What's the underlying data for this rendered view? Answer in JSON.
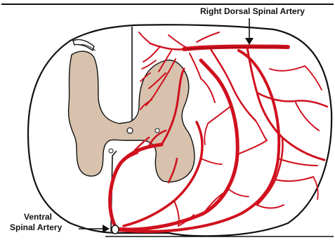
{
  "labels": {
    "right_dorsal_spinal_artery": "Right Dorsal Spinal Artery",
    "ventral_line1": "Ventral",
    "ventral_line2": "Spinal Artery"
  },
  "colors": {
    "artery": "#d0101e",
    "grey_matter": "#d8c2ad",
    "outline": "#111111",
    "background": "#ffffff"
  }
}
